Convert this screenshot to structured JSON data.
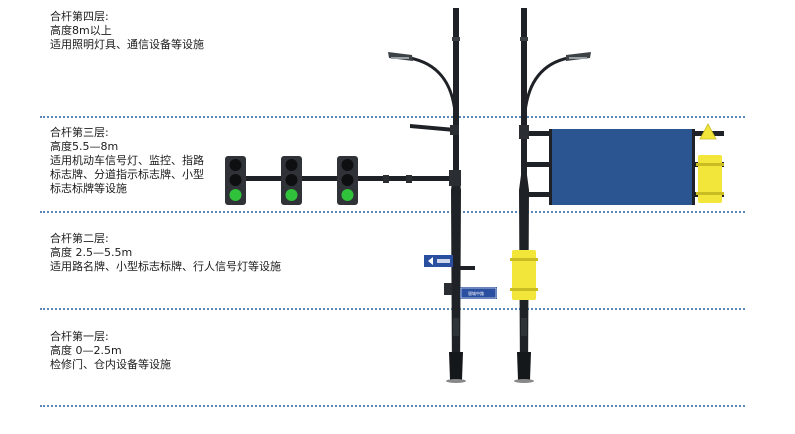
{
  "layers": [
    {
      "title": "合杆第四层:",
      "height": "高度8m以上",
      "usage_lines": [
        "适用照明灯具、通信设备等设施"
      ]
    },
    {
      "title": "合杆第三层:",
      "height": "高度5.5—8m",
      "usage_lines": [
        "适用机动车信号灯、监控、指路",
        "标志牌、分道指示标志牌、小型",
        "标志标牌等设施"
      ]
    },
    {
      "title": "合杆第二层:",
      "height": "高度 2.5—5.5m",
      "usage_lines": [
        "适用路名牌、小型标志标牌、行人信号灯等设施"
      ]
    },
    {
      "title": "合杆第一层:",
      "height": "高度 0—2.5m",
      "usage_lines": [
        "检修门、仓内设备等设施"
      ]
    }
  ],
  "street_sign": {
    "text": "银城中路"
  },
  "colors": {
    "divider": "#5b86b8",
    "pole": "#1e2226",
    "signal_housing": "#2f3337",
    "signal_green": "#2fc23a",
    "guide_sign": "#2a5591",
    "accessory_yellow": "#f2e63a",
    "street_sign_blue": "#2b4fa0"
  }
}
